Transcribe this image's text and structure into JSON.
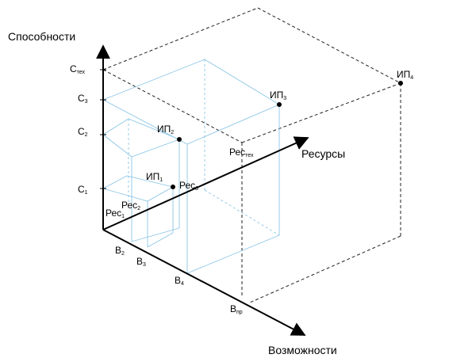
{
  "axes": {
    "vertical": "Способности",
    "depth": "Ресурсы",
    "horizontal": "Возможности"
  },
  "c_levels": [
    {
      "main": "C",
      "sub": "тех"
    },
    {
      "main": "C",
      "sub": "3"
    },
    {
      "main": "C",
      "sub": "2"
    },
    {
      "main": "C",
      "sub": "1"
    }
  ],
  "b_levels": [
    {
      "main": "B",
      "sub": "2"
    },
    {
      "main": "B",
      "sub": "3"
    },
    {
      "main": "B",
      "sub": "4"
    },
    {
      "main": "B",
      "sub": "пр"
    }
  ],
  "resource_levels": [
    {
      "main": "Рес",
      "sub": "1"
    },
    {
      "main": "Рес",
      "sub": "2"
    },
    {
      "main": "Рес",
      "sub": "3"
    },
    {
      "main": "Рес",
      "sub": "тех"
    }
  ],
  "points": [
    {
      "main": "ИП",
      "sub": "1"
    },
    {
      "main": "ИП",
      "sub": "2"
    },
    {
      "main": "ИП",
      "sub": "3"
    },
    {
      "main": "ИП",
      "sub": "4"
    }
  ]
}
